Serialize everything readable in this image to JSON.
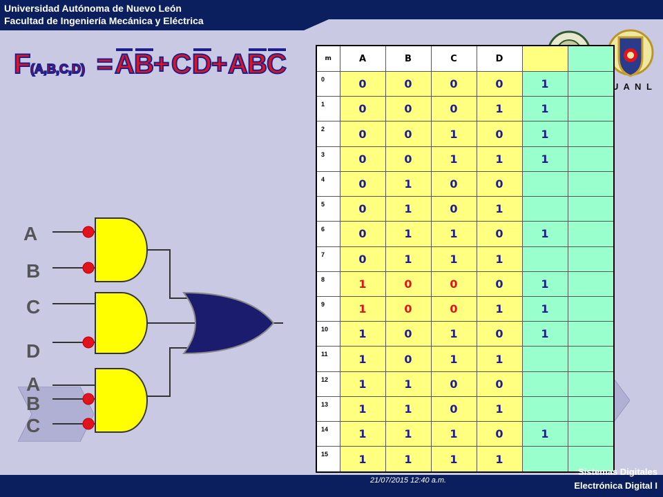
{
  "header": {
    "university": "Universidad Autónoma de Nuevo León",
    "faculty": "Facultad de Ingeniería Mecánica y Eléctrica"
  },
  "formula": {
    "f": "F",
    "args": "(A,B,C,D)",
    "eq": "=",
    "t1a": "A",
    "t1b": "B",
    "plus1": "+",
    "t2a": "C",
    "t2b": "D",
    "plus2": "+",
    "t3a": "A",
    "t3b": "B",
    "t3c": "C"
  },
  "logo": {
    "uanl": "U A N L"
  },
  "circuit": {
    "inputs": [
      "A",
      "B",
      "C",
      "D",
      "A",
      "B",
      "C"
    ]
  },
  "table": {
    "headers": [
      "m",
      "A",
      "B",
      "C",
      "D",
      "",
      ""
    ],
    "rows": [
      {
        "m": "0",
        "a": "0",
        "b": "0",
        "c": "0",
        "d": "0",
        "f": "1",
        "red": false
      },
      {
        "m": "1",
        "a": "0",
        "b": "0",
        "c": "0",
        "d": "1",
        "f": "1",
        "red": false
      },
      {
        "m": "2",
        "a": "0",
        "b": "0",
        "c": "1",
        "d": "0",
        "f": "1",
        "red": false
      },
      {
        "m": "3",
        "a": "0",
        "b": "0",
        "c": "1",
        "d": "1",
        "f": "1",
        "red": false
      },
      {
        "m": "4",
        "a": "0",
        "b": "1",
        "c": "0",
        "d": "0",
        "f": "",
        "red": false
      },
      {
        "m": "5",
        "a": "0",
        "b": "1",
        "c": "0",
        "d": "1",
        "f": "",
        "red": false
      },
      {
        "m": "6",
        "a": "0",
        "b": "1",
        "c": "1",
        "d": "0",
        "f": "1",
        "red": false
      },
      {
        "m": "7",
        "a": "0",
        "b": "1",
        "c": "1",
        "d": "1",
        "f": "",
        "red": false
      },
      {
        "m": "8",
        "a": "1",
        "b": "0",
        "c": "0",
        "d": "0",
        "f": "1",
        "red": true
      },
      {
        "m": "9",
        "a": "1",
        "b": "0",
        "c": "0",
        "d": "1",
        "f": "1",
        "red": true
      },
      {
        "m": "10",
        "a": "1",
        "b": "0",
        "c": "1",
        "d": "0",
        "f": "1",
        "red": false
      },
      {
        "m": "11",
        "a": "1",
        "b": "0",
        "c": "1",
        "d": "1",
        "f": "",
        "red": false
      },
      {
        "m": "12",
        "a": "1",
        "b": "1",
        "c": "0",
        "d": "0",
        "f": "",
        "red": false
      },
      {
        "m": "13",
        "a": "1",
        "b": "1",
        "c": "0",
        "d": "1",
        "f": "",
        "red": false
      },
      {
        "m": "14",
        "a": "1",
        "b": "1",
        "c": "1",
        "d": "0",
        "f": "1",
        "red": false
      },
      {
        "m": "15",
        "a": "1",
        "b": "1",
        "c": "1",
        "d": "1",
        "f": "",
        "red": false
      }
    ]
  },
  "footer": {
    "date": "21/07/2015 12:40 a.m.",
    "course1": "Sistemas Digitales",
    "course2": "Electrónica Digital I"
  },
  "colors": {
    "navy": "#0b1f5e",
    "formula_red": "#e0141e",
    "gate_yellow": "#ffff00",
    "or_gate": "#1c1c6e",
    "table_yellow": "#ffff80",
    "table_green": "#99ffcc",
    "digit_blue": "#1e1e8c"
  }
}
